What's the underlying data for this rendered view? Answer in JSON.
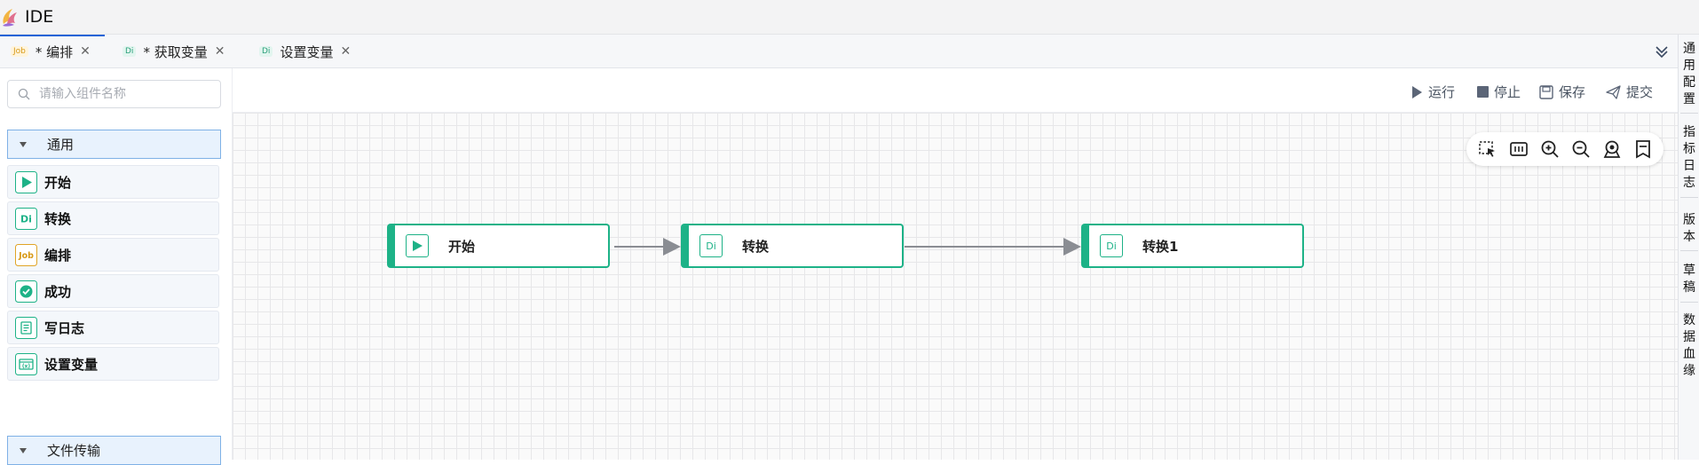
{
  "app": {
    "title": "IDE"
  },
  "tabs": [
    {
      "badge": "Job",
      "label": "* 编排"
    },
    {
      "badge": "Di",
      "label": "* 获取变量"
    },
    {
      "badge": "Di",
      "label": "设置变量"
    }
  ],
  "right_panel": [
    "通用配置",
    "指标日志",
    "版本",
    "草稿",
    "数据血缘"
  ],
  "sidebar": {
    "search_placeholder": "请输入组件名称",
    "groups": [
      {
        "label": "通用"
      },
      {
        "label": "文件传输"
      }
    ],
    "components": [
      {
        "label": "开始",
        "icon": "play-icon"
      },
      {
        "label": "转换",
        "badge": "Di",
        "icon": "di-icon"
      },
      {
        "label": "编排",
        "badge": "Job",
        "icon": "job-icon"
      },
      {
        "label": "成功",
        "icon": "check-circle-icon"
      },
      {
        "label": "写日志",
        "icon": "log-icon"
      },
      {
        "label": "设置变量",
        "icon": "variable-icon"
      }
    ]
  },
  "toolbar": {
    "run": "运行",
    "stop": "停止",
    "save": "保存",
    "submit": "提交"
  },
  "canvas": {
    "nodes": [
      {
        "label": "开始",
        "icon": "play-icon"
      },
      {
        "label": "转换",
        "badge": "Di",
        "icon": "di-icon"
      },
      {
        "label": "转换1",
        "badge": "Di",
        "icon": "di-icon"
      }
    ]
  },
  "colors": {
    "accent": "#1db287",
    "tab_active": "#1f64d6",
    "group_bg": "#e8f2fd",
    "job": "#d89a18"
  }
}
